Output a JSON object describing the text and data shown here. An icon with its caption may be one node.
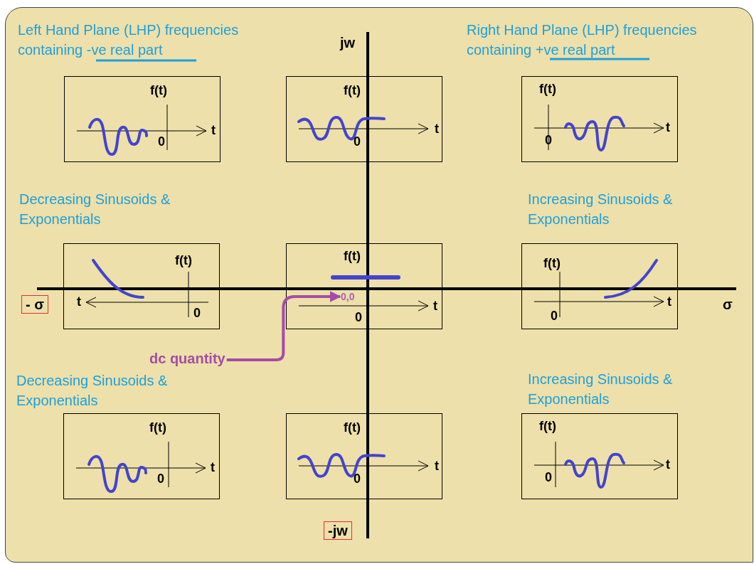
{
  "diagram": {
    "nodes": [
      {
        "text": [
          "f(t)",
          "t",
          "0"
        ]
      },
      {
        "text": [
          "f(t)",
          "t",
          "0"
        ]
      },
      {
        "text": [
          "f(t)",
          "t",
          "0"
        ]
      },
      {
        "text": [
          "f(t)",
          "t",
          "0"
        ]
      },
      {
        "text": [
          "f(t)",
          "t",
          "0"
        ]
      },
      {
        "text": [
          "0,0"
        ],
        "in": 4
      },
      {
        "text": [
          "f(t)",
          "t",
          "0"
        ]
      },
      {
        "text": [
          "dc quantity"
        ]
      },
      {
        "text": [
          "f(t)",
          "t",
          "0"
        ]
      },
      {
        "text": [
          "f(t)",
          "t",
          "0"
        ]
      },
      {
        "text": [
          "f(t)",
          "t",
          "0"
        ]
      }
    ],
    "edges": [
      {
        "from": 7,
        "to": 5,
        "arrow": "to",
        "color": "#a64ca6"
      }
    ],
    "labels": [
      "Left Hand Plane (LHP) frequencies containing -ve real part",
      "jw",
      "Right Hand Plane (LHP) frequencies containing +ve real part",
      "Decreasing Sinusoids & Exponentials",
      "Increasing Sinusoids & Exponentials",
      "- σ",
      "σ",
      "Decreasing Sinusoids & Exponentials",
      "Increasing Sinusoids & Exponentials",
      "-jw"
    ]
  }
}
